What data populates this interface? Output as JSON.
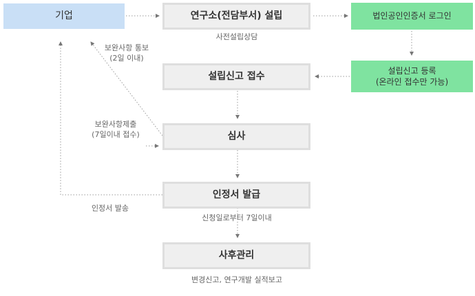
{
  "nodes": {
    "company": "기업",
    "lab_setup": "연구소(전담부서) 설립",
    "cert_login": "법인공인인증서 로그인",
    "setup_register": {
      "line1": "설립신고 등록",
      "line2": "(온라인 접수만 가능)"
    },
    "setup_receipt": "설립신고 접수",
    "review": "심사",
    "certificate": "인정서 발급",
    "aftercare": "사후관리"
  },
  "notes": {
    "pre_consult": "사전설립상담",
    "supplement_notice": {
      "line1": "보완사항 통보",
      "line2": "(2일 이내)"
    },
    "supplement_submit": {
      "line1": "보완사항제출",
      "line2": "(7일이내 접수)"
    },
    "cert_sent": "인정서 발송",
    "within_7days": "신청일로부터 7일이내",
    "reports": "변경신고, 연구개발 실적보고"
  },
  "colors": {
    "company_box": "#c9dff6",
    "step_box": "#efefef",
    "step_border": "#dedede",
    "online_box": "#7fe3a0",
    "connector": "#888888"
  }
}
